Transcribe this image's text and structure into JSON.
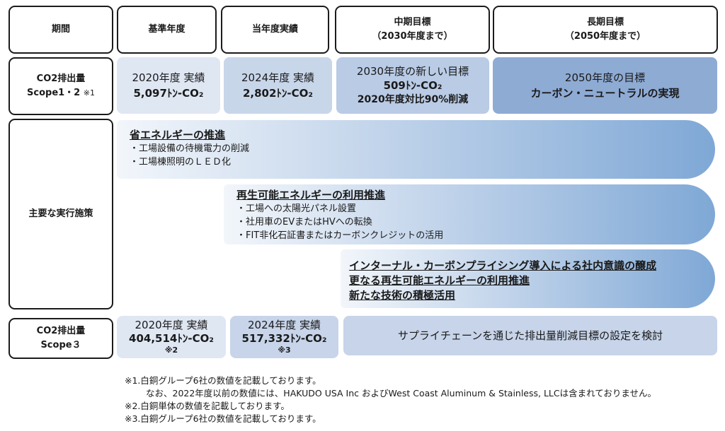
{
  "headers": {
    "period": "期間",
    "base_year": "基準年度",
    "current_year": "当年度実績",
    "mid_term_l1": "中期目標",
    "mid_term_l2": "（2030年度まで）",
    "long_term_l1": "長期目標",
    "long_term_l2": "（2050年度まで）"
  },
  "scope12": {
    "label_l1": "CO2排出量",
    "label_l2": "Scope1・2",
    "label_note": "※1",
    "base_l1": "2020年度 実績",
    "base_l2": "5,097ﾄﾝ-CO₂",
    "current_l1": "2024年度 実績",
    "current_l2": "2,802ﾄﾝ-CO₂",
    "mid_l1": "2030年度の新しい目標",
    "mid_l2": "509ﾄﾝ-CO₂",
    "mid_l3": "2020年度対比90%削減",
    "long_l1": "2050年度の目標",
    "long_l2": "カーボン・ニュートラルの実現"
  },
  "measures": {
    "label": "主要な実行施策",
    "energy_saving": {
      "title": "省エネルギーの推進",
      "items": [
        "・工場設備の待機電力の削減",
        "・工場棟照明のＬＥＤ化"
      ]
    },
    "renewable": {
      "title": "再生可能エネルギーの利用推進",
      "items": [
        "・工場への太陽光パネル設置",
        "・社用車のEVまたはHVへの転換",
        "・FIT非化石証書またはカーボンクレジットの活用"
      ]
    },
    "future": {
      "lines": [
        "インターナル・カーボンプライシング導入による社内意識の醸成",
        "更なる再生可能エネルギーの利用推進",
        "新たな技術の積極活用"
      ]
    }
  },
  "scope3": {
    "label_l1": "CO2排出量",
    "label_l2": "Scope３",
    "base_l1": "2020年度 実績",
    "base_l2": "404,514ﾄﾝ-CO₂",
    "base_note": "※2",
    "current_l1": "2024年度 実績",
    "current_l2": "517,332ﾄﾝ-CO₂",
    "current_note": "※3",
    "plan": "サプライチェーンを通じた排出量削減目標の設定を検討"
  },
  "footnotes": {
    "n1": "※1.白銅グループ6社の数値を記載しております。",
    "n1b": "なお、2022年度以前の数値には、HAKUDO USA Inc およびWest Coast Aluminum & Stainless, LLCは含まれておりません。",
    "n2": "※2.白銅単体の数値を記載しております。",
    "n3": "※3.白銅グループ6社の数値を記載しております。"
  }
}
